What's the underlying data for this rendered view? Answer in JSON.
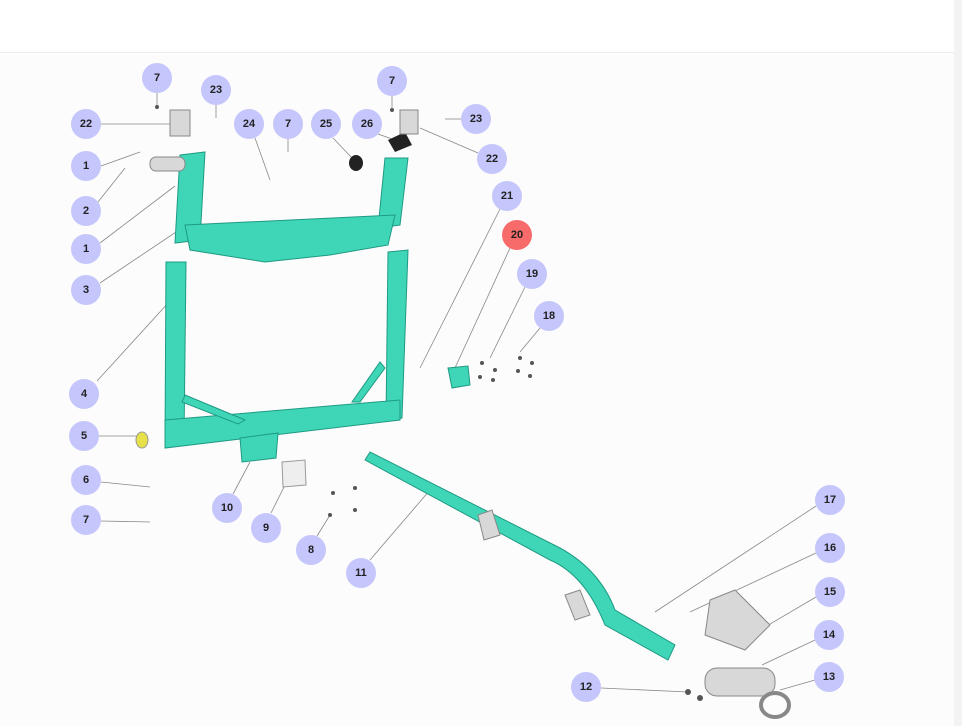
{
  "diagram": {
    "colors": {
      "frame": "#3fd6b8",
      "badge": "#c5c6fc",
      "badge_active": "#f76b6b",
      "hardware": "#b8b8b8"
    },
    "callouts": [
      "7",
      "23",
      "22",
      "1",
      "2",
      "1",
      "3",
      "24",
      "7",
      "25",
      "26",
      "7",
      "23",
      "22",
      "21",
      "20",
      "19",
      "18",
      "4",
      "5",
      "6",
      "7",
      "10",
      "9",
      "8",
      "11",
      "17",
      "16",
      "15",
      "14",
      "13",
      "12"
    ],
    "active_callout": "20"
  }
}
